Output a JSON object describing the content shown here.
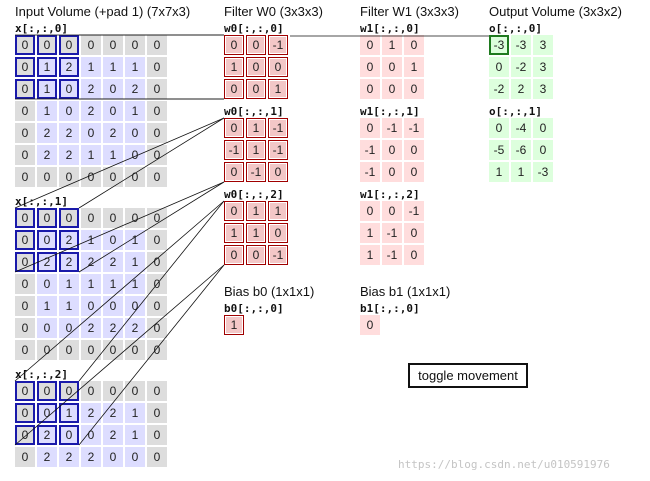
{
  "headings": {
    "input": "Input Volume (+pad 1) (7x7x3)",
    "filter0": "Filter W0 (3x3x3)",
    "filter1": "Filter W1 (3x3x3)",
    "output": "Output Volume (3x3x2)",
    "bias0": "Bias b0 (1x1x1)",
    "bias1": "Bias b1 (1x1x1)"
  },
  "input": {
    "slices": [
      {
        "label": "x[:,:,0]",
        "rows": [
          [
            "0",
            "0",
            "0",
            "0",
            "0",
            "0",
            "0"
          ],
          [
            "0",
            "1",
            "2",
            "1",
            "1",
            "1",
            "0"
          ],
          [
            "0",
            "1",
            "0",
            "2",
            "0",
            "2",
            "0"
          ],
          [
            "0",
            "1",
            "0",
            "2",
            "0",
            "1",
            "0"
          ],
          [
            "0",
            "2",
            "2",
            "0",
            "2",
            "0",
            "0"
          ],
          [
            "0",
            "2",
            "2",
            "1",
            "1",
            "0",
            "0"
          ],
          [
            "0",
            "0",
            "0",
            "0",
            "0",
            "0",
            "0"
          ]
        ]
      },
      {
        "label": "x[:,:,1]",
        "rows": [
          [
            "0",
            "0",
            "0",
            "0",
            "0",
            "0",
            "0"
          ],
          [
            "0",
            "0",
            "2",
            "1",
            "0",
            "1",
            "0"
          ],
          [
            "0",
            "2",
            "2",
            "2",
            "2",
            "1",
            "0"
          ],
          [
            "0",
            "0",
            "1",
            "1",
            "1",
            "1",
            "0"
          ],
          [
            "0",
            "1",
            "1",
            "0",
            "0",
            "0",
            "0"
          ],
          [
            "0",
            "0",
            "0",
            "2",
            "2",
            "2",
            "0"
          ],
          [
            "0",
            "0",
            "0",
            "0",
            "0",
            "0",
            "0"
          ]
        ]
      },
      {
        "label": "x[:,:,2]",
        "rows": [
          [
            "0",
            "0",
            "0",
            "0",
            "0",
            "0",
            "0"
          ],
          [
            "0",
            "0",
            "1",
            "2",
            "2",
            "1",
            "0"
          ],
          [
            "0",
            "2",
            "0",
            "0",
            "2",
            "1",
            "0"
          ],
          [
            "0",
            "2",
            "2",
            "2",
            "0",
            "0",
            "0"
          ]
        ]
      }
    ]
  },
  "filter_w0": {
    "slices": [
      {
        "label": "w0[:,:,0]",
        "rows": [
          [
            "0",
            "0",
            "-1"
          ],
          [
            "1",
            "0",
            "0"
          ],
          [
            "0",
            "0",
            "1"
          ]
        ]
      },
      {
        "label": "w0[:,:,1]",
        "rows": [
          [
            "0",
            "1",
            "-1"
          ],
          [
            "-1",
            "1",
            "-1"
          ],
          [
            "0",
            "-1",
            "0"
          ]
        ]
      },
      {
        "label": "w0[:,:,2]",
        "rows": [
          [
            "0",
            "1",
            "1"
          ],
          [
            "1",
            "1",
            "0"
          ],
          [
            "0",
            "0",
            "-1"
          ]
        ]
      }
    ]
  },
  "filter_w1": {
    "slices": [
      {
        "label": "w1[:,:,0]",
        "rows": [
          [
            "0",
            "1",
            "0"
          ],
          [
            "0",
            "0",
            "1"
          ],
          [
            "0",
            "0",
            "0"
          ]
        ]
      },
      {
        "label": "w1[:,:,1]",
        "rows": [
          [
            "0",
            "-1",
            "-1"
          ],
          [
            "-1",
            "0",
            "0"
          ],
          [
            "-1",
            "0",
            "0"
          ]
        ]
      },
      {
        "label": "w1[:,:,2]",
        "rows": [
          [
            "0",
            "0",
            "-1"
          ],
          [
            "1",
            "-1",
            "0"
          ],
          [
            "1",
            "-1",
            "0"
          ]
        ]
      }
    ]
  },
  "bias_b0": {
    "label": "b0[:,:,0]",
    "value": "1"
  },
  "bias_b1": {
    "label": "b1[:,:,0]",
    "value": "0"
  },
  "output": {
    "slices": [
      {
        "label": "o[:,:,0]",
        "rows": [
          [
            "-3",
            "-3",
            "3"
          ],
          [
            "0",
            "-2",
            "3"
          ],
          [
            "-2",
            "2",
            "3"
          ]
        ]
      },
      {
        "label": "o[:,:,1]",
        "rows": [
          [
            "0",
            "-4",
            "0"
          ],
          [
            "-5",
            "-6",
            "0"
          ],
          [
            "1",
            "1",
            "-3"
          ]
        ]
      }
    ]
  },
  "toggle_label": "toggle movement",
  "watermark": "https://blog.csdn.net/u010591976",
  "colors": {
    "pad": "#dddddd",
    "input": "#ddddff",
    "filter0": "#f3c7c7",
    "filter1": "#ffdddd",
    "output": "#ddffdd",
    "input_highlight": "#1a1aaa",
    "filter_border": "#a00000",
    "output_highlight": "#1f7a1f",
    "link_line": "#111111"
  }
}
